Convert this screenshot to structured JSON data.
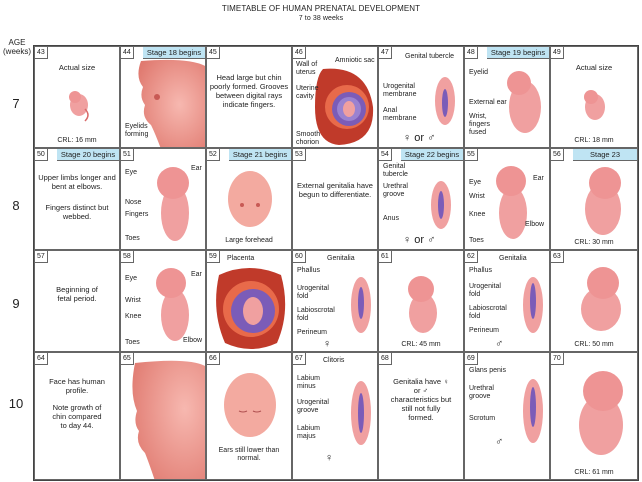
{
  "title": "TIMETABLE OF HUMAN PRENATAL DEVELOPMENT",
  "subtitle": "7 to 38 weeks",
  "age_header": "AGE",
  "age_unit": "(weeks)",
  "weeks": [
    "7",
    "8",
    "9",
    "10"
  ],
  "cells": {
    "c43": {
      "num": "43",
      "text": "Actual size",
      "crl": "CRL: 16 mm"
    },
    "c44": {
      "num": "44",
      "stage": "Stage 18 begins",
      "label": "Eyelids forming"
    },
    "c45": {
      "num": "45",
      "text": "Head large but chin poorly formed. Grooves between digital rays indicate fingers."
    },
    "c46": {
      "num": "46",
      "labels": [
        "Wall of uterus",
        "Amniotic sac",
        "Uterine cavity",
        "Smooth chorion"
      ]
    },
    "c47": {
      "num": "47",
      "labels": [
        "Genital tubercle",
        "Urogenital membrane",
        "Anal membrane"
      ],
      "sex": "♀ or ♂"
    },
    "c48": {
      "num": "48",
      "stage": "Stage 19 begins",
      "labels": [
        "Eyelid",
        "External ear",
        "Wrist, fingers fused"
      ]
    },
    "c49": {
      "num": "49",
      "text": "Actual size",
      "crl": "CRL: 18 mm"
    },
    "c50": {
      "num": "50",
      "stage": "Stage 20 begins",
      "text1": "Upper limbs longer and bent at elbows.",
      "text2": "Fingers distinct but webbed."
    },
    "c51": {
      "num": "51",
      "labels": [
        "Eye",
        "Ear",
        "Nose",
        "Fingers",
        "Toes"
      ]
    },
    "c52": {
      "num": "52",
      "stage": "Stage 21 begins",
      "label": "Large forehead"
    },
    "c53": {
      "num": "53",
      "text": "External genitalia have begun to differentiate."
    },
    "c54": {
      "num": "54",
      "stage": "Stage 22 begins",
      "labels": [
        "Genital tubercle",
        "Urethral groove",
        "Anus"
      ],
      "sex": "♀ or ♂"
    },
    "c55": {
      "num": "55",
      "labels": [
        "Eye",
        "Ear",
        "Wrist",
        "Knee",
        "Elbow",
        "Toes"
      ]
    },
    "c56": {
      "num": "56",
      "stage": "Stage 23",
      "crl": "CRL: 30 mm"
    },
    "c57": {
      "num": "57",
      "text": "Beginning of fetal period."
    },
    "c58": {
      "num": "58",
      "labels": [
        "Eye",
        "Ear",
        "Wrist",
        "Knee",
        "Elbow",
        "Toes"
      ]
    },
    "c59": {
      "num": "59",
      "label": "Placenta"
    },
    "c60": {
      "num": "60",
      "header": "Genitalia",
      "labels": [
        "Phallus",
        "Urogenital fold",
        "Labioscrotal fold",
        "Perineum"
      ],
      "sex": "♀"
    },
    "c61": {
      "num": "61",
      "crl": "CRL: 45 mm"
    },
    "c62": {
      "num": "62",
      "header": "Genitalia",
      "labels": [
        "Phallus",
        "Urogenital fold",
        "Labioscrotal fold",
        "Perineum"
      ],
      "sex": "♂"
    },
    "c63": {
      "num": "63",
      "crl": "CRL: 50 mm"
    },
    "c64": {
      "num": "64",
      "text1": "Face has human profile.",
      "text2": "Note growth of chin compared to day 44."
    },
    "c65": {
      "num": "65"
    },
    "c66": {
      "num": "66",
      "label": "Ears still lower than normal."
    },
    "c67": {
      "num": "67",
      "labels": [
        "Clitoris",
        "Labium minus",
        "Urogenital groove",
        "Labium majus"
      ],
      "sex": "♀"
    },
    "c68": {
      "num": "68",
      "text": "Genitalia have ♀ or ♂ characteristics but still not fully formed."
    },
    "c69": {
      "num": "69",
      "labels": [
        "Glans penis",
        "Urethral groove",
        "Scrotum"
      ],
      "sex": "♂"
    },
    "c70": {
      "num": "70",
      "crl": "CRL: 61 mm"
    }
  },
  "colors": {
    "stage_band": "#bfe4f3",
    "skin": "#f0a0a0",
    "skin_dark": "#d96a6a",
    "uterus": "#c03a2a",
    "sac": "#7b5cb8"
  }
}
